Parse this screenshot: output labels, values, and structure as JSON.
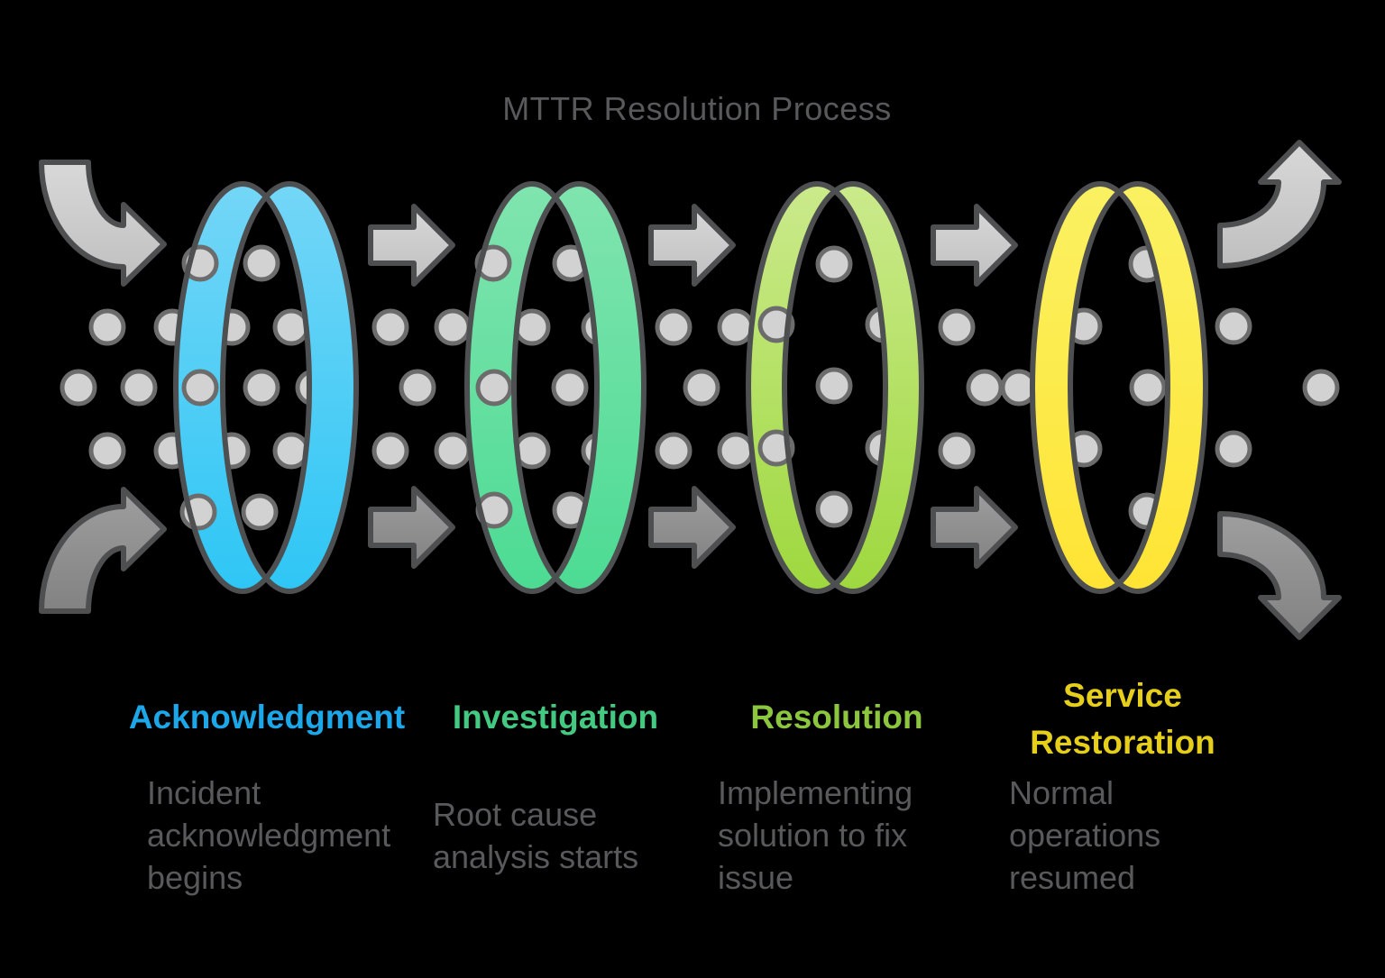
{
  "title": "MTTR Resolution Process",
  "stages": [
    {
      "label": "Acknowledgment",
      "description": "Incident acknowledgment begins",
      "label_color": "#1BA7E8",
      "ring_color_top": "#74D6F7",
      "ring_color_bottom": "#2EC6F5"
    },
    {
      "label": "Investigation",
      "description": "Root cause analysis starts",
      "label_color": "#43C981",
      "ring_color_top": "#80E4AF",
      "ring_color_bottom": "#4CDB93"
    },
    {
      "label": "Resolution",
      "description": "Implementing solution to fix issue",
      "label_color": "#8CC63F",
      "ring_color_top": "#CBEA8C",
      "ring_color_bottom": "#9ED83E"
    },
    {
      "label": "Service Restoration",
      "description": "Normal operations resumed",
      "label_color": "#E6CF1B",
      "ring_color_top": "#FAF162",
      "ring_color_bottom": "#FFE434"
    }
  ],
  "icons": {
    "entry_top": "curved-arrow-down-right-icon",
    "entry_bottom": "curved-arrow-up-right-icon",
    "flow": "arrow-right-icon",
    "exit_top": "curved-arrow-up-icon",
    "exit_bottom": "curved-arrow-down-icon"
  },
  "colors": {
    "background": "#000000",
    "title_text": "#58595B",
    "description_text": "#58595B",
    "outline": "#4E4F51",
    "dot_fill": "#D2D2D2",
    "dot_stroke": "#6C6C6C",
    "arrow_light_top": "#D8D8D8",
    "arrow_light_bottom": "#BFBFBF",
    "arrow_dark_top": "#9E9E9E",
    "arrow_dark_bottom": "#828282"
  }
}
